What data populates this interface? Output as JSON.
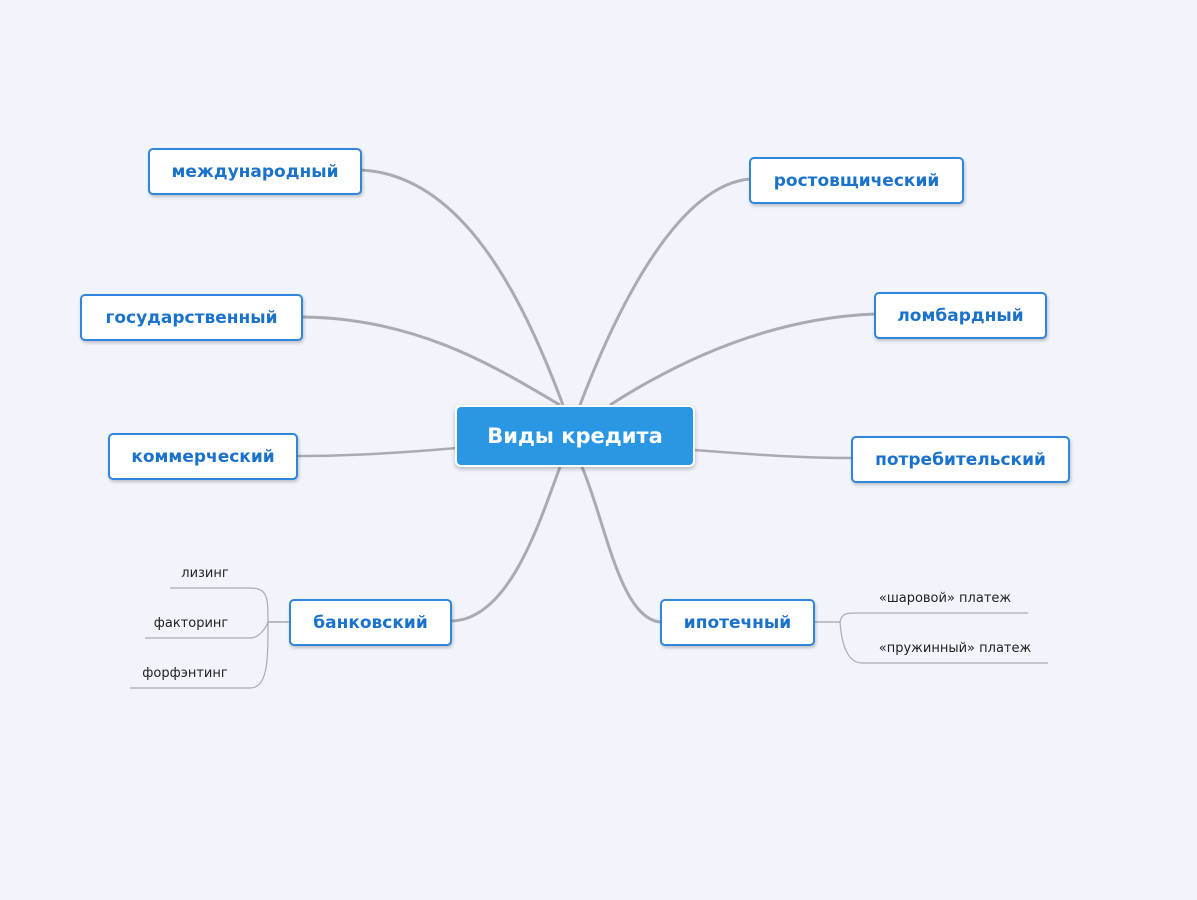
{
  "diagram": {
    "root": {
      "label": "Виды кредита"
    },
    "branches": {
      "international": {
        "label": "международный"
      },
      "state": {
        "label": "государственный"
      },
      "commercial": {
        "label": "коммерческий"
      },
      "banking": {
        "label": "банковский",
        "children": [
          "лизинг",
          "факторинг",
          "форфэнтинг"
        ]
      },
      "usurious": {
        "label": "ростовщический"
      },
      "pawn": {
        "label": "ломбардный"
      },
      "consumer": {
        "label": "потребительский"
      },
      "mortgage": {
        "label": "ипотечный",
        "children": [
          "«шаровой» платеж",
          "«пружинный» платеж"
        ]
      }
    },
    "colors": {
      "background": "#f2f4fc",
      "root_fill": "#2a97e4",
      "branch_border": "#2f86dc",
      "branch_text": "#1a72cc",
      "connector": "#a9abb0"
    }
  }
}
